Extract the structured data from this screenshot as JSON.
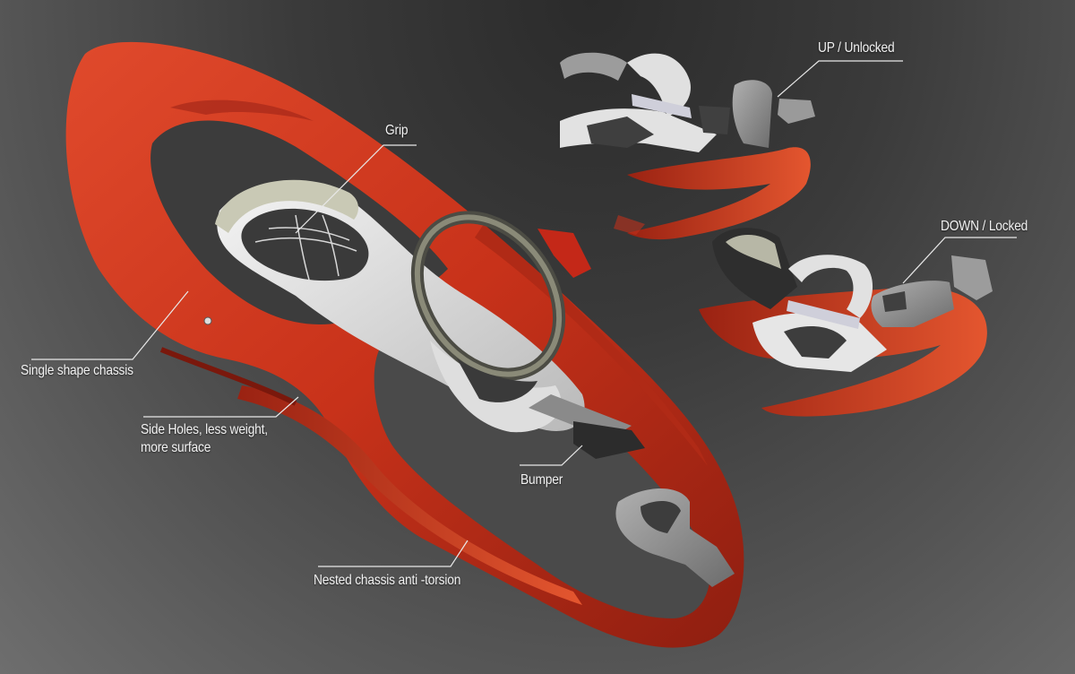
{
  "figure": {
    "subject": "Snowshoe design render with binding detail views",
    "colors": {
      "chassis_red": "#c8321a",
      "chassis_highlight": "#e0553a",
      "binding_white": "#e6e6e6",
      "binding_dark": "#3a3a3a",
      "background_dark": "#2b2b2b",
      "background_light": "#6e6e6e",
      "label_text": "#f2f2f2",
      "leader_line": "#e8e8e8"
    }
  },
  "callouts": {
    "grip": {
      "text": "Grip"
    },
    "single_shape_chassis": {
      "text": "Single shape chassis"
    },
    "side_holes": {
      "line1": "Side Holes, less weight,",
      "line2": "more surface"
    },
    "bumper": {
      "text": "Bumper"
    },
    "nested_chassis": {
      "text": "Nested chassis anti -torsion"
    },
    "up_unlocked": {
      "text": "UP / Unlocked"
    },
    "down_locked": {
      "text": "DOWN / Locked"
    }
  }
}
